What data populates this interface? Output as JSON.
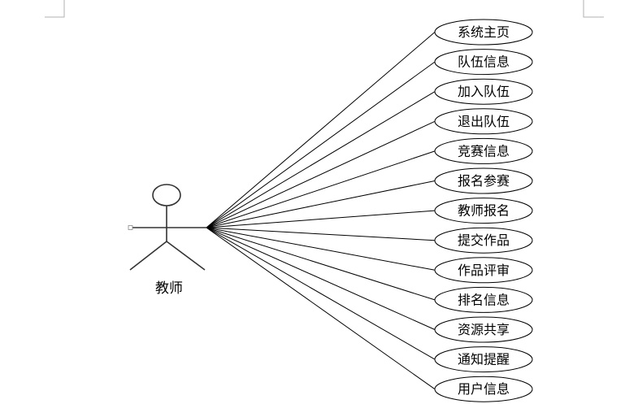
{
  "actor": {
    "label": "教师"
  },
  "use_cases": [
    {
      "label": "系统主页"
    },
    {
      "label": "队伍信息"
    },
    {
      "label": "加入队伍"
    },
    {
      "label": "退出队伍"
    },
    {
      "label": "竞赛信息"
    },
    {
      "label": "报名参赛"
    },
    {
      "label": "教师报名"
    },
    {
      "label": "提交作品"
    },
    {
      "label": "作品评审"
    },
    {
      "label": "排名信息"
    },
    {
      "label": "资源共享"
    },
    {
      "label": "通知提醒"
    },
    {
      "label": "用户信息"
    }
  ]
}
